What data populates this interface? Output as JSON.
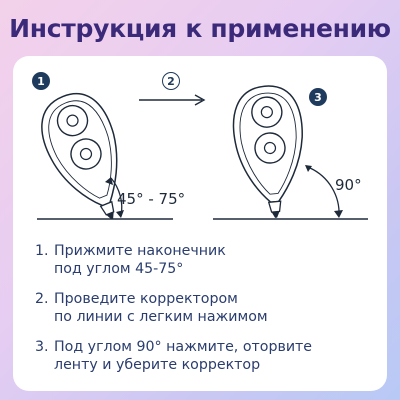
{
  "header": {
    "title": "Инструкция к применению"
  },
  "diagram": {
    "markers": [
      "1",
      "2",
      "3"
    ],
    "angle_labels": [
      "45° - 75°",
      "90°"
    ]
  },
  "steps": [
    {
      "number": "1.",
      "lines": [
        "Прижмите наконечник",
        "под углом 45-75°"
      ]
    },
    {
      "number": "2.",
      "lines": [
        "Проведите корректором",
        "по линии с легким нажимом"
      ]
    },
    {
      "number": "3.",
      "lines": [
        "Под углом 90° нажмите, оторвите",
        "ленту и уберите корректор"
      ]
    }
  ],
  "colors": {
    "title": "#3b2a7a",
    "accent": "#1e3a5c",
    "text": "#2a3d6e"
  }
}
